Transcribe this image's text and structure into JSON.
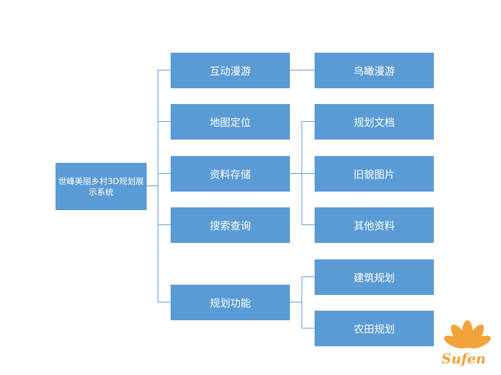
{
  "diagram": {
    "root": "世峰美丽乡村3D规划展示系统",
    "modules": {
      "interactive_tour": "互动漫游",
      "map_positioning": "地图定位",
      "data_storage": "资料存储",
      "search_query": "搜索查询",
      "planning_function": "规划功能"
    },
    "sub": {
      "birdseye_tour": "鸟瞰漫游",
      "planning_documents": "规划文档",
      "old_photos": "旧貌图片",
      "other_materials": "其他资料",
      "building_planning": "建筑规划",
      "farmland_planning": "农田规划"
    }
  },
  "logo": {
    "text": "Sufen",
    "color": "#f2a33a"
  },
  "colors": {
    "node": "#5b9bd5",
    "text": "#ffffff"
  }
}
